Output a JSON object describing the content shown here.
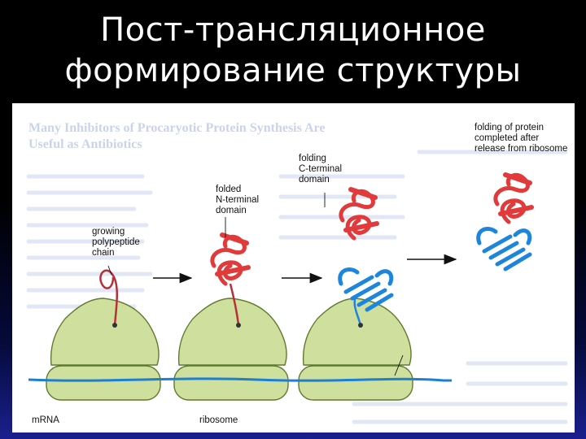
{
  "slide": {
    "title_lines": [
      "Пост-трансляционное",
      "формирование структуры"
    ]
  },
  "figure": {
    "labels": {
      "growing_chain": "growing\npolypeptide\nchain",
      "n_terminal": "folded\nN-terminal\ndomain",
      "c_terminal": "folding\nC-terminal\ndomain",
      "completed": "folding of protein\ncompleted after\nrelease from ribosome",
      "mrna": "mRNA",
      "ribosome": "ribosome"
    },
    "background_text": {
      "heading1": "Many Inhibitors of Procaryotic Protein Synthesis Are",
      "heading2": "Useful as Antibiotics"
    },
    "colors": {
      "ribosome_fill": "#cfdf9e",
      "ribosome_stroke": "#5f7a2e",
      "mrna": "#1e7fd0",
      "n_domain": "#e23a3a",
      "c_domain": "#1d86dc",
      "chain": "#b53038"
    }
  }
}
